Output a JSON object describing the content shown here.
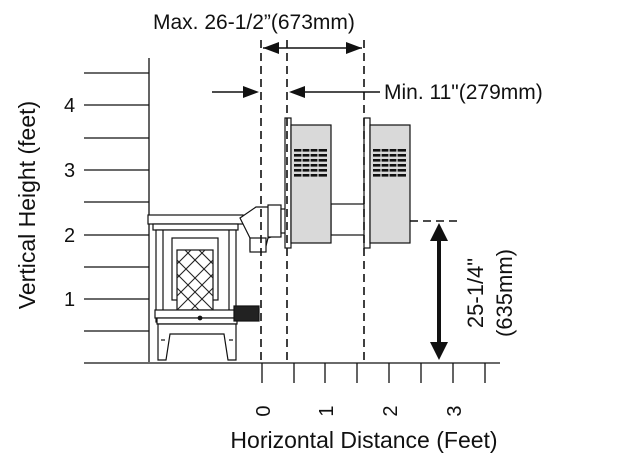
{
  "labels": {
    "max_clearance": "Max. 26-1/2”(673mm)",
    "min_clearance": "Min. 11\"(279mm)",
    "vertical_axis": "Vertical Height (feet)",
    "horizontal_axis": "Horizontal Distance (Feet)",
    "height_dim_line1": "25-1/4\"",
    "height_dim_line2": "(635mm)"
  },
  "vertical_ticks": [
    "1",
    "2",
    "3",
    "4"
  ],
  "horizontal_ticks": [
    "0",
    "1",
    "2",
    "3"
  ],
  "icons": {
    "stove": "wood-stove-illustration",
    "vent_terminal": "vent-terminal-louvered-box"
  }
}
